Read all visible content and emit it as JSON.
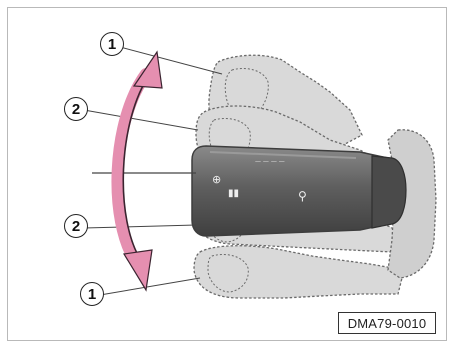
{
  "figure": {
    "callouts": [
      {
        "id": "top",
        "label": "1"
      },
      {
        "id": "upper",
        "label": "2"
      },
      {
        "id": "lower",
        "label": "2"
      },
      {
        "id": "bottom",
        "label": "1"
      }
    ],
    "reference_code": "DMA79-0010"
  },
  "colors": {
    "arrow": "#e58fb0",
    "arrow_dark": "#3b2430",
    "stalk_body": "#6d6d6d",
    "stalk_dark": "#3d3d3d",
    "ghost_fill": "#d9d9d9",
    "ghost_outline": "#6a6a6a",
    "leader_line": "#444444",
    "frame_border": "#b9b9b9"
  }
}
